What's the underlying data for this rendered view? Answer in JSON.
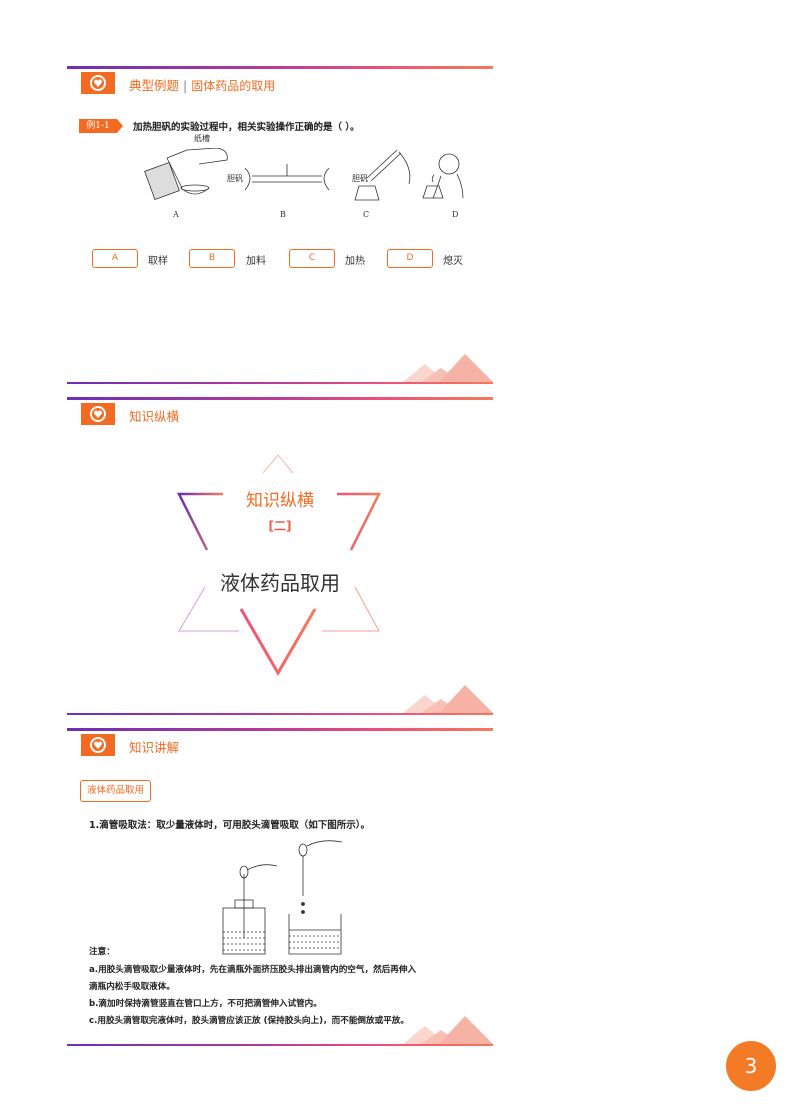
{
  "slide1": {
    "section": "典型例题",
    "subtitle": "固体药品的取用",
    "example_label": "例1-1",
    "question": "加热胆矾的实验过程中，相关实验操作正确的是（  ）。",
    "figure_labels": [
      "A",
      "B",
      "C",
      "D"
    ],
    "figure_annotations": {
      "paper_trough": "纸槽",
      "danfan_b": "胆矾",
      "danfan_c": "胆矾"
    },
    "options": [
      {
        "key": "A",
        "text": "取样"
      },
      {
        "key": "B",
        "text": "加料"
      },
      {
        "key": "C",
        "text": "加热"
      },
      {
        "key": "D",
        "text": "熄灭"
      }
    ]
  },
  "slide2": {
    "section": "知识纵横",
    "big_title": "知识纵横",
    "part": "[二]",
    "main_title": "液体药品取用"
  },
  "slide3": {
    "section": "知识讲解",
    "tag": "液体药品取用",
    "point1": "1.滴管吸取法：取少量液体时，可用胶头滴管吸取（如下图所示）。",
    "notes_heading": "注意：",
    "note_a1": "a.用胶头滴管吸取少量液体时，先在滴瓶外面挤压胶头排出滴管内的空气，然后再伸入",
    "note_a2": "滴瓶内松手吸取液体。",
    "note_b": "b.滴加时保持滴管竖直在管口上方，不可把滴管伸入试管内。",
    "note_c": "c.用胶头滴管取完液体时，胶头滴管应该正放 (保持胶头向上)，而不能倒放或平放。"
  },
  "page_number": "3",
  "colors": {
    "accent": "#f36b22",
    "purple": "#6b2fb8",
    "pink": "#f0507a"
  }
}
